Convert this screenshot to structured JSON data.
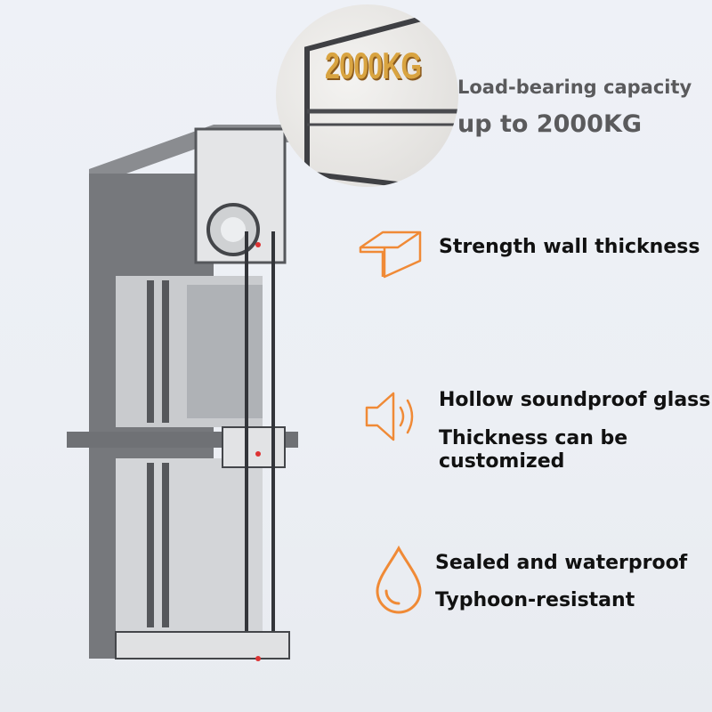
{
  "callout": {
    "badge": "2000KG",
    "line1": "Load-bearing capacity",
    "line2": "up to 2000KG"
  },
  "features": [
    {
      "icon": "angle-profile-icon",
      "lines": [
        "Strength wall thickness"
      ]
    },
    {
      "icon": "speaker-sound-icon",
      "lines": [
        "Hollow soundproof glass",
        "Thickness can be",
        "customized"
      ]
    },
    {
      "icon": "water-drop-icon",
      "lines": [
        "Sealed and waterproof",
        "Typhoon-resistant"
      ]
    }
  ],
  "colors": {
    "accent": "#f08a36",
    "frame": "#6f7175",
    "gold": "#d9a441"
  }
}
